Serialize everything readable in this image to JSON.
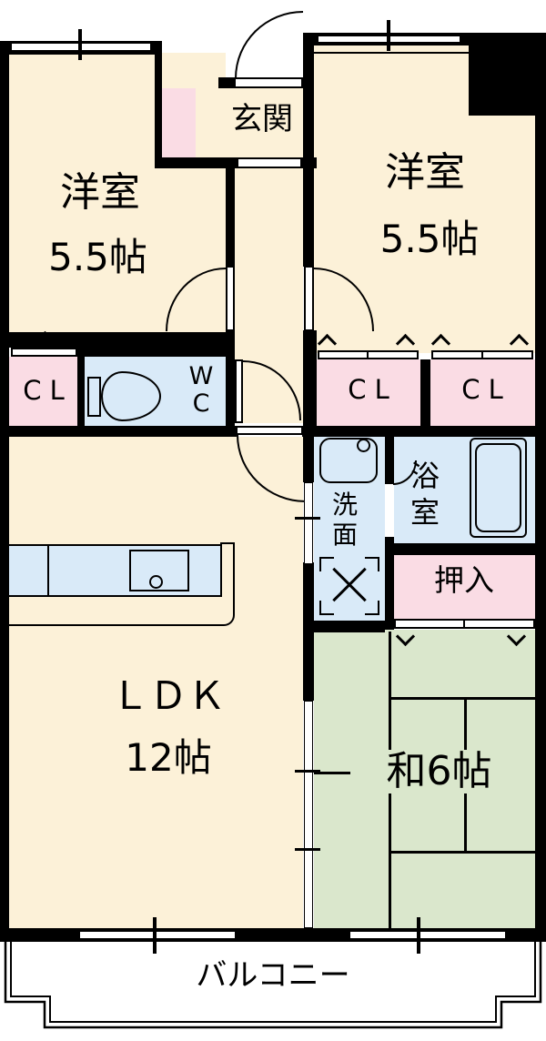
{
  "floorplan": {
    "rooms": {
      "western1": {
        "name": "洋室",
        "size": "5.5帖"
      },
      "western2": {
        "name": "洋室",
        "size": "5.5帖"
      },
      "entrance": {
        "name": "玄関"
      },
      "closet1": {
        "name": "C L"
      },
      "closet2": {
        "name": "C L"
      },
      "closet3": {
        "name": "C L"
      },
      "wc": {
        "line1": "W",
        "line2": "C"
      },
      "washroom": {
        "char1": "洗",
        "char2": "面"
      },
      "bathroom": {
        "char1": "浴",
        "char2": "室"
      },
      "oshiire": {
        "name": "押入"
      },
      "ldk": {
        "name": "ＬＤＫ",
        "size": "12帖"
      },
      "japanese": {
        "name": "和6帖"
      },
      "balcony": {
        "name": "バルコニー"
      }
    },
    "colors": {
      "floor": "#FCF1D8",
      "closet": "#FADCE4",
      "wet": "#D9EAF8",
      "tatami": "#DAE7CC",
      "wall": "#000000"
    },
    "icons": [
      "toilet-icon",
      "washbasin-icon",
      "washer-pan-icon",
      "bathtub-icon",
      "kitchen-sink-icon",
      "door-swing-icon",
      "window-icon",
      "folding-door-icon",
      "sliding-door-icon"
    ]
  }
}
